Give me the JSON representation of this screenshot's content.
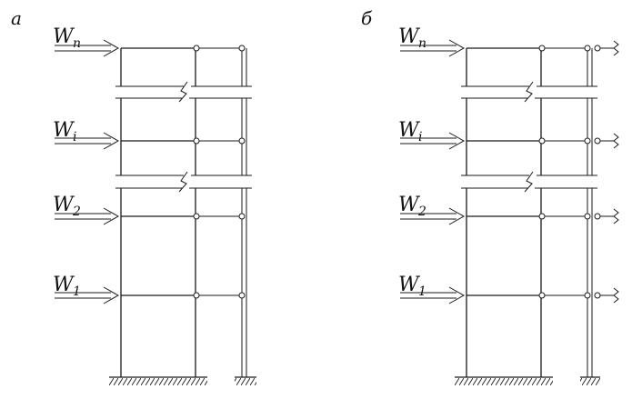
{
  "colors": {
    "line": "#1a1a1a",
    "background": "#ffffff"
  },
  "panels": [
    {
      "id": "a",
      "label": "а",
      "variant": "pinned-column",
      "loads": [
        {
          "symbol": "W",
          "sub": "n"
        },
        {
          "symbol": "W",
          "sub": "i"
        },
        {
          "symbol": "W",
          "sub": "2"
        },
        {
          "symbol": "W",
          "sub": "1"
        }
      ]
    },
    {
      "id": "b",
      "label": "б",
      "variant": "spring-supported-column",
      "loads": [
        {
          "symbol": "W",
          "sub": "n"
        },
        {
          "symbol": "W",
          "sub": "i"
        },
        {
          "symbol": "W",
          "sub": "2"
        },
        {
          "symbol": "W",
          "sub": "1"
        }
      ]
    }
  ]
}
